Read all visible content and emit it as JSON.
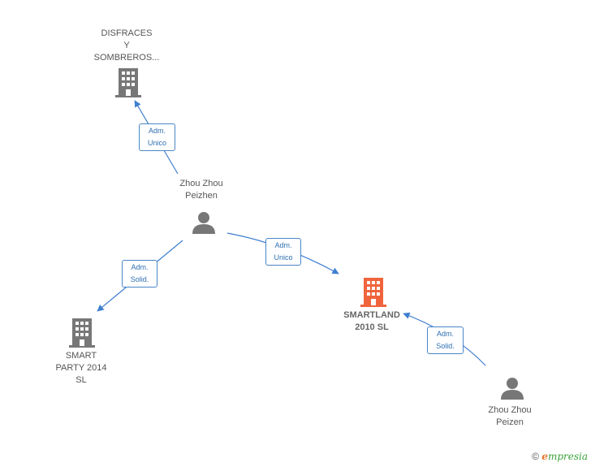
{
  "nodes": {
    "disfraces": {
      "lines": [
        "DISFRACES",
        "Y",
        "SOMBREROS..."
      ]
    },
    "zhou_peizhen": {
      "lines": [
        "Zhou Zhou",
        "Peizhen"
      ]
    },
    "smartland": {
      "lines": [
        "SMARTLAND",
        "2010  SL"
      ]
    },
    "smart_party": {
      "lines": [
        "SMART",
        "PARTY 2014",
        "SL"
      ]
    },
    "zhou_peizen": {
      "lines": [
        "Zhou Zhou",
        "Peizen"
      ]
    }
  },
  "relations": {
    "rel1": {
      "lines": [
        "Adm.",
        "Unico"
      ]
    },
    "rel2": {
      "lines": [
        "Adm.",
        "Unico"
      ]
    },
    "rel3": {
      "lines": [
        "Adm.",
        "Solid."
      ]
    },
    "rel4": {
      "lines": [
        "Adm.",
        "Solid."
      ]
    }
  },
  "colors": {
    "company": "#777777",
    "company_focus": "#f0643c",
    "person": "#777777",
    "edge": "#3f7fd0"
  },
  "footer": {
    "symbol": "©",
    "brand_first": "e",
    "brand_rest": "mpresia"
  }
}
